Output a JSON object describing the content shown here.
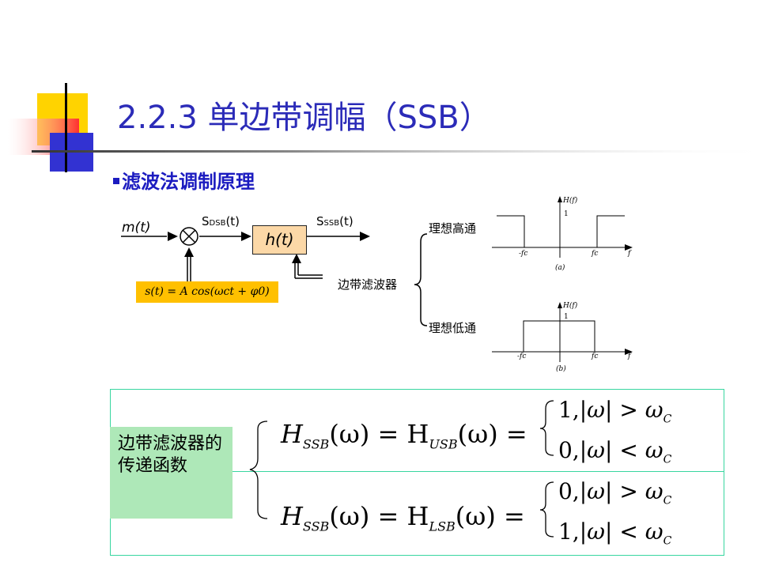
{
  "title": "2.2.3 单边带调幅（SSB）",
  "bullet": "滤波法调制原理",
  "diagram": {
    "input_label": "m(t)",
    "dsb_label": "S",
    "dsb_sub": "DSB",
    "dsb_tail": "(t)",
    "ssb_label": "S",
    "ssb_sub": "SSB",
    "ssb_tail": "(t)",
    "filter_label": "h(t)",
    "carrier_label": "s(t) = A cos(ωct + φ0)",
    "sideband_filter": "边带滤波器",
    "highpass_label": "理想高通",
    "lowpass_label": "理想低通",
    "plot_a": {
      "ylabel": "H(f)",
      "one": "1",
      "neg_fc": "-fc",
      "fc": "fc",
      "xlabel": "f",
      "caption": "(a)"
    },
    "plot_b": {
      "ylabel": "H(f)",
      "one": "1",
      "neg_fc": "-fc",
      "fc": "fc",
      "xlabel": "f",
      "caption": "(b)"
    }
  },
  "transfer_box": {
    "label": "边带滤波器的传递函数",
    "eq_usb": {
      "lhs": "H",
      "lhs_sub": "SSB",
      "mid": "(ω) = H",
      "rhs_sub": "USB",
      "tail": "(ω) =",
      "case1": "1,",
      "case2": "0,"
    },
    "eq_lsb": {
      "lhs": "H",
      "lhs_sub": "SSB",
      "mid": "(ω) = H",
      "rhs_sub": "LSB",
      "tail": "(ω) =",
      "case1": "0,",
      "case2": "1,"
    },
    "omega": "ω",
    "gt": ">",
    "lt": "<",
    "omega_c": "ω",
    "c_sub": "C"
  },
  "colors": {
    "title": "#2b2bb8",
    "filter_box": "#fcd8a7",
    "carrier_box": "#ffc000",
    "label_box": "#aee8b8",
    "frame": "#38d6a0"
  }
}
